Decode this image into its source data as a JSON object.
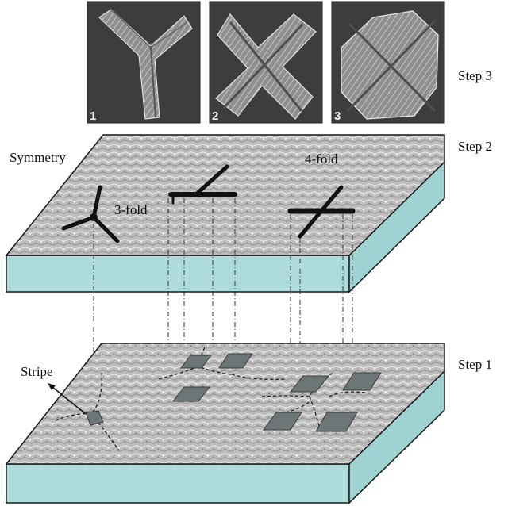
{
  "panels": [
    {
      "number": "1"
    },
    {
      "number": "2"
    },
    {
      "number": "3"
    }
  ],
  "labels": {
    "step3": "Step 3",
    "step2": "Step 2",
    "step1": "Step 1",
    "symmetry": "Symmetry",
    "three_fold": "3-fold",
    "four_fold": "4-fold",
    "stripe": "Stripe"
  },
  "colors": {
    "slab_side": "#aedcdc",
    "slab_outline": "#1a1a1a",
    "surface": "#b9b9b9",
    "micrograph_bg": "#3a3a3a",
    "micrograph_crystal": "#9a9a9a",
    "seed_block": "#6e7878"
  }
}
